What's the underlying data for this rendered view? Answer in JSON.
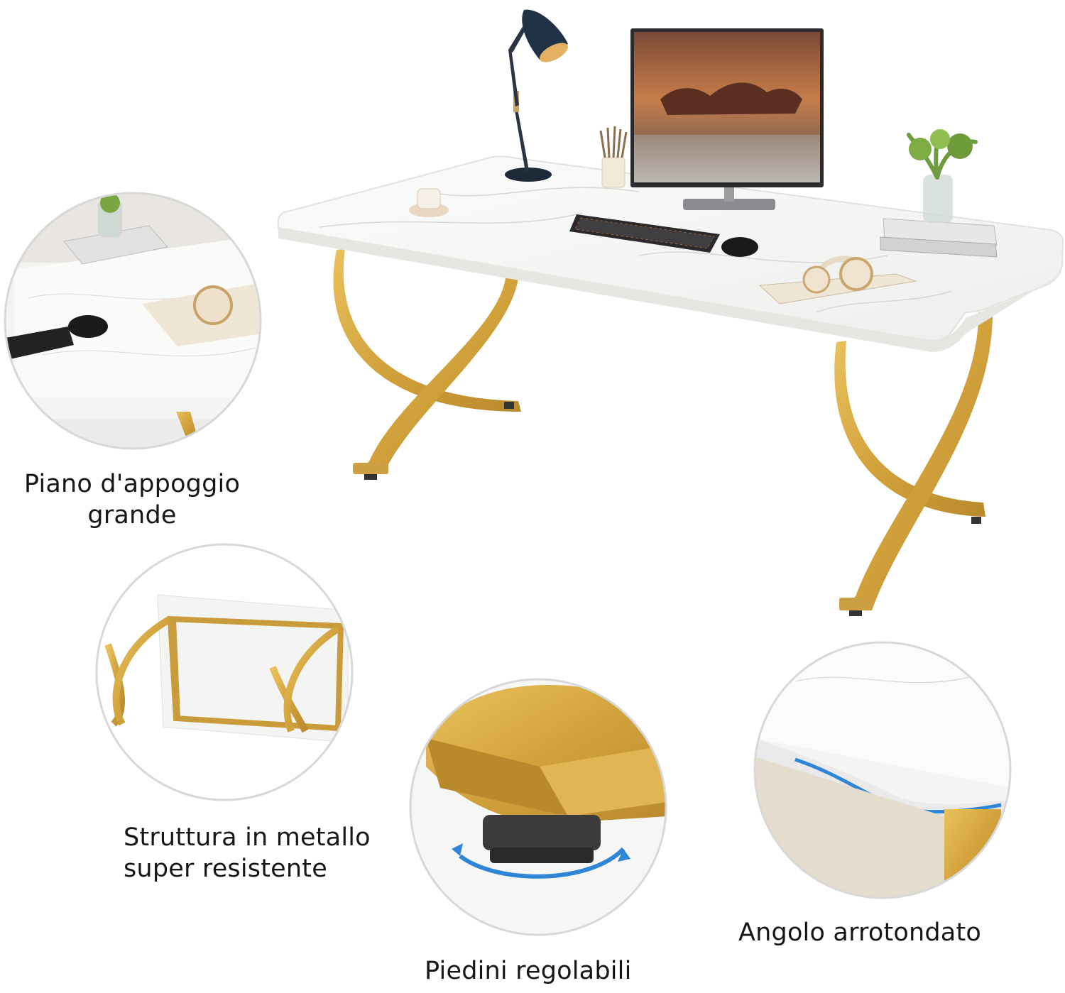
{
  "captions": {
    "top_surface": [
      "Piano d'appoggio",
      "grande"
    ],
    "frame": [
      "Struttura in metallo",
      "super resistente"
    ],
    "feet": "Piedini regolabili",
    "corner": "Angolo arrotondato"
  },
  "colors": {
    "gold": "#d4a63f",
    "marble": "#f4f4f2",
    "text": "#161616",
    "accent_arrow": "#2f86d6"
  }
}
